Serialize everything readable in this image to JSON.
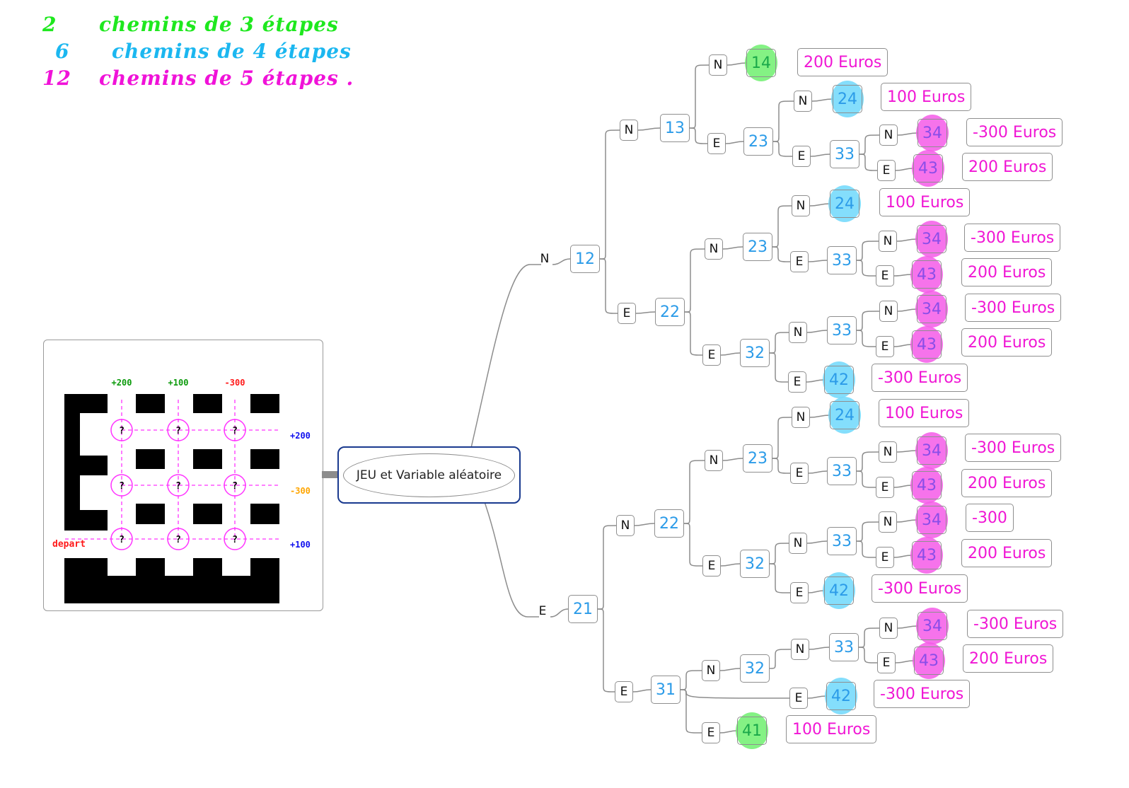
{
  "annotations": [
    {
      "count": "2",
      "text": "chemins de 3 étapes",
      "color": "#1ee81e"
    },
    {
      "count": "6",
      "text": "chemins de 4 étapes",
      "color": "#1bb7f0"
    },
    {
      "count": "12",
      "text": "chemins de 5 étapes .",
      "color": "#f012d8"
    }
  ],
  "highlight_colors": {
    "green": "#6ef06e",
    "blue": "#6fd8fb",
    "magenta": "#f45ae8"
  },
  "root": {
    "label": "JEU et Variable aléatoire"
  },
  "maze": {
    "top_labels": [
      {
        "text": "+200",
        "color": "#0a9a0a"
      },
      {
        "text": "+100",
        "color": "#0a9a0a"
      },
      {
        "text": "-300",
        "color": "#ff1a1a"
      }
    ],
    "right_labels": [
      {
        "text": "+200",
        "color": "#1010ee"
      },
      {
        "text": "-300",
        "color": "#ffa500"
      },
      {
        "text": "+100",
        "color": "#1010ee"
      }
    ],
    "start_label": {
      "text": "depart",
      "color": "#ff1a1a"
    },
    "node_symbol": "?",
    "grid_color": "#ff33ff"
  },
  "tree": {
    "dir": "N",
    "cell": "12",
    "children": []
  },
  "nodes": [
    {
      "id": "n12d",
      "dir": "N",
      "cell": "12"
    },
    {
      "id": "n13d",
      "dir": "N",
      "cell": "13"
    },
    {
      "id": "n14d",
      "dir": "N",
      "cell": "14",
      "hl": "green",
      "gain": "200 Euros"
    },
    {
      "id": "n23a",
      "dir": "E",
      "cell": "23"
    },
    {
      "id": "n24a",
      "dir": "N",
      "cell": "24",
      "hl": "blue",
      "gain": "100 Euros"
    },
    {
      "id": "n33a",
      "dir": "E",
      "cell": "33"
    },
    {
      "id": "n34a",
      "dir": "N",
      "cell": "34",
      "hl": "magenta",
      "gain": "-300 Euros"
    },
    {
      "id": "n43a",
      "dir": "E",
      "cell": "43",
      "hl": "magenta",
      "gain": "200 Euros"
    },
    {
      "id": "n22a",
      "dir": "E",
      "cell": "22"
    },
    {
      "id": "n23b",
      "dir": "N",
      "cell": "23"
    },
    {
      "id": "n24b",
      "dir": "N",
      "cell": "24",
      "hl": "blue",
      "gain": "100 Euros"
    },
    {
      "id": "n33b",
      "dir": "E",
      "cell": "33"
    },
    {
      "id": "n34b",
      "dir": "N",
      "cell": "34",
      "hl": "magenta",
      "gain": "-300 Euros"
    },
    {
      "id": "n43b",
      "dir": "E",
      "cell": "43",
      "hl": "magenta",
      "gain": "200 Euros"
    },
    {
      "id": "n32a",
      "dir": "E",
      "cell": "32"
    },
    {
      "id": "n33c",
      "dir": "N",
      "cell": "33"
    },
    {
      "id": "n34c",
      "dir": "N",
      "cell": "34",
      "hl": "magenta",
      "gain": "-300 Euros"
    },
    {
      "id": "n43c",
      "dir": "E",
      "cell": "43",
      "hl": "magenta",
      "gain": "200 Euros"
    },
    {
      "id": "n42a",
      "dir": "E",
      "cell": "42",
      "hl": "blue",
      "gain": "-300 Euros"
    },
    {
      "id": "n21",
      "dir": "E",
      "cell": "21"
    },
    {
      "id": "n22b",
      "dir": "N",
      "cell": "22"
    },
    {
      "id": "n23c",
      "dir": "N",
      "cell": "23"
    },
    {
      "id": "n24c",
      "dir": "N",
      "cell": "24",
      "hl": "blue",
      "gain": "100 Euros"
    },
    {
      "id": "n33d",
      "dir": "E",
      "cell": "33"
    },
    {
      "id": "n34d",
      "dir": "N",
      "cell": "34",
      "hl": "magenta",
      "gain": "-300 Euros"
    },
    {
      "id": "n43d",
      "dir": "E",
      "cell": "43",
      "hl": "magenta",
      "gain": "200 Euros"
    },
    {
      "id": "n32b",
      "dir": "E",
      "cell": "32"
    },
    {
      "id": "n33e",
      "dir": "N",
      "cell": "33"
    },
    {
      "id": "n34e",
      "dir": "N",
      "cell": "34",
      "hl": "magenta",
      "gain": "-300"
    },
    {
      "id": "n43e",
      "dir": "E",
      "cell": "43",
      "hl": "magenta",
      "gain": "200 Euros"
    },
    {
      "id": "n42b",
      "dir": "E",
      "cell": "42",
      "hl": "blue",
      "gain": "-300 Euros"
    },
    {
      "id": "n31",
      "dir": "E",
      "cell": "31"
    },
    {
      "id": "n32c",
      "dir": "N",
      "cell": "32"
    },
    {
      "id": "n33f",
      "dir": "N",
      "cell": "33"
    },
    {
      "id": "n34f",
      "dir": "N",
      "cell": "34",
      "hl": "magenta",
      "gain": "-300 Euros"
    },
    {
      "id": "n43f",
      "dir": "E",
      "cell": "43",
      "hl": "magenta",
      "gain": "200 Euros"
    },
    {
      "id": "n42c",
      "dir": "E",
      "cell": "42",
      "hl": "blue",
      "gain": "-300 Euros"
    },
    {
      "id": "n41",
      "dir": "E",
      "cell": "41",
      "hl": "green",
      "gain": "100 Euros"
    }
  ],
  "edges": [
    [
      "root",
      "n12d"
    ],
    [
      "n12d",
      "n13d"
    ],
    [
      "n13d",
      "n14d"
    ],
    [
      "n13d",
      "n23a"
    ],
    [
      "n23a",
      "n24a"
    ],
    [
      "n23a",
      "n33a"
    ],
    [
      "n33a",
      "n34a"
    ],
    [
      "n33a",
      "n43a"
    ],
    [
      "n12d",
      "n22a"
    ],
    [
      "n22a",
      "n23b"
    ],
    [
      "n23b",
      "n24b"
    ],
    [
      "n23b",
      "n33b"
    ],
    [
      "n33b",
      "n34b"
    ],
    [
      "n33b",
      "n43b"
    ],
    [
      "n22a",
      "n32a"
    ],
    [
      "n32a",
      "n33c"
    ],
    [
      "n33c",
      "n34c"
    ],
    [
      "n33c",
      "n43c"
    ],
    [
      "n32a",
      "n42a"
    ],
    [
      "root",
      "n21"
    ],
    [
      "n21",
      "n22b"
    ],
    [
      "n22b",
      "n23c"
    ],
    [
      "n23c",
      "n24c"
    ],
    [
      "n23c",
      "n33d"
    ],
    [
      "n33d",
      "n34d"
    ],
    [
      "n33d",
      "n43d"
    ],
    [
      "n22b",
      "n32b"
    ],
    [
      "n32b",
      "n33e"
    ],
    [
      "n33e",
      "n34e"
    ],
    [
      "n33e",
      "n43e"
    ],
    [
      "n32b",
      "n42b"
    ],
    [
      "n21",
      "n31"
    ],
    [
      "n31",
      "n32c"
    ],
    [
      "n32c",
      "n33f"
    ],
    [
      "n33f",
      "n34f"
    ],
    [
      "n33f",
      "n43f"
    ],
    [
      "n31",
      "n42c"
    ],
    [
      "n31",
      "n41"
    ]
  ]
}
